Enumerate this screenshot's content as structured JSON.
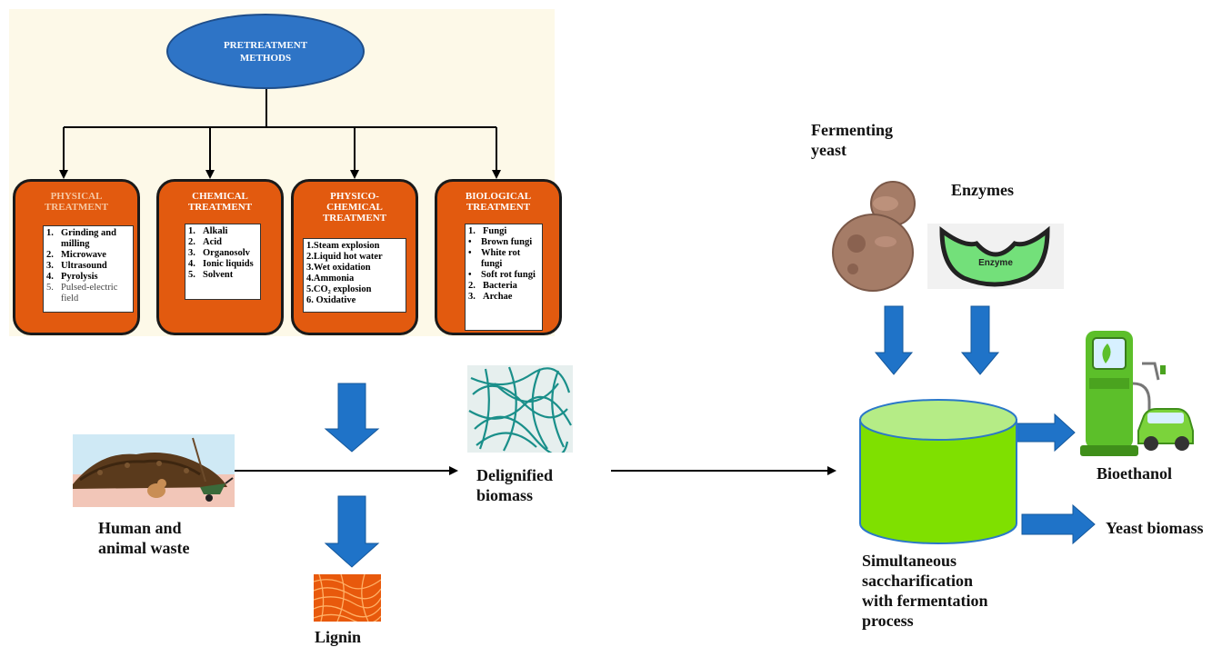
{
  "pretreatment": {
    "title": "PRETREATMENT\nMETHODS",
    "categories": [
      {
        "title": "PHYSICAL\nTREATMENT",
        "items": [
          {
            "n": "1.",
            "t": "Grinding and milling"
          },
          {
            "n": "2.",
            "t": "Microwave"
          },
          {
            "n": "3.",
            "t": "Ultrasound"
          },
          {
            "n": "4.",
            "t": "Pyrolysis"
          },
          {
            "n": "5.",
            "t": "Pulsed-electric field"
          }
        ]
      },
      {
        "title": "CHEMICAL\nTREATMENT",
        "items": [
          {
            "n": "1.",
            "t": "Alkali"
          },
          {
            "n": "2.",
            "t": "Acid"
          },
          {
            "n": "3.",
            "t": "Organosolv"
          },
          {
            "n": "4.",
            "t": "Ionic liquids"
          },
          {
            "n": "5.",
            "t": "Solvent"
          }
        ]
      },
      {
        "title": "PHYSICO-\nCHEMICAL\nTREATMENT",
        "items": [
          {
            "n": "",
            "t": "1.Steam explosion"
          },
          {
            "n": "",
            "t": "2.Liquid hot water"
          },
          {
            "n": "",
            "t": "3.Wet oxidation"
          },
          {
            "n": "",
            "t": "4.Ammonia"
          },
          {
            "n": "",
            "t": "5.CO₂ explosion"
          },
          {
            "n": "",
            "t": "6. Oxidative"
          }
        ]
      },
      {
        "title": "BIOLOGICAL\nTREATMENT",
        "items": [
          {
            "n": "1.",
            "t": "Fungi"
          },
          {
            "n": "•",
            "t": "Brown fungi"
          },
          {
            "n": "•",
            "t": "White rot fungi"
          },
          {
            "n": "•",
            "t": "Soft rot fungi"
          },
          {
            "n": "2.",
            "t": "Bacteria"
          },
          {
            "n": "3.",
            "t": "Archae"
          }
        ]
      }
    ]
  },
  "labels": {
    "waste": "Human and\nanimal waste",
    "lignin": "Lignin",
    "delignified": "Delignified\nbiomass",
    "fermenting_yeast": "Fermenting\nyeast",
    "enzymes": "Enzymes",
    "enzyme_tag": "Enzyme",
    "ssf": "Simultaneous\nsaccharification\nwith fermentation\nprocess",
    "bioethanol": "Bioethanol",
    "yeast_biomass": "Yeast biomass"
  },
  "colors": {
    "oval": "#2e74c6",
    "card": "#e25a0f",
    "block_arrow": "#1f73c8",
    "tank": "#7fe000",
    "pump": "#5cbf2a"
  },
  "icons": [
    "waste-pile-icon",
    "lignin-fibers-icon",
    "cellulose-fibers-icon",
    "yeast-cell-icon",
    "enzyme-icon",
    "ssf-tank-icon",
    "fuel-pump-car-icon"
  ]
}
